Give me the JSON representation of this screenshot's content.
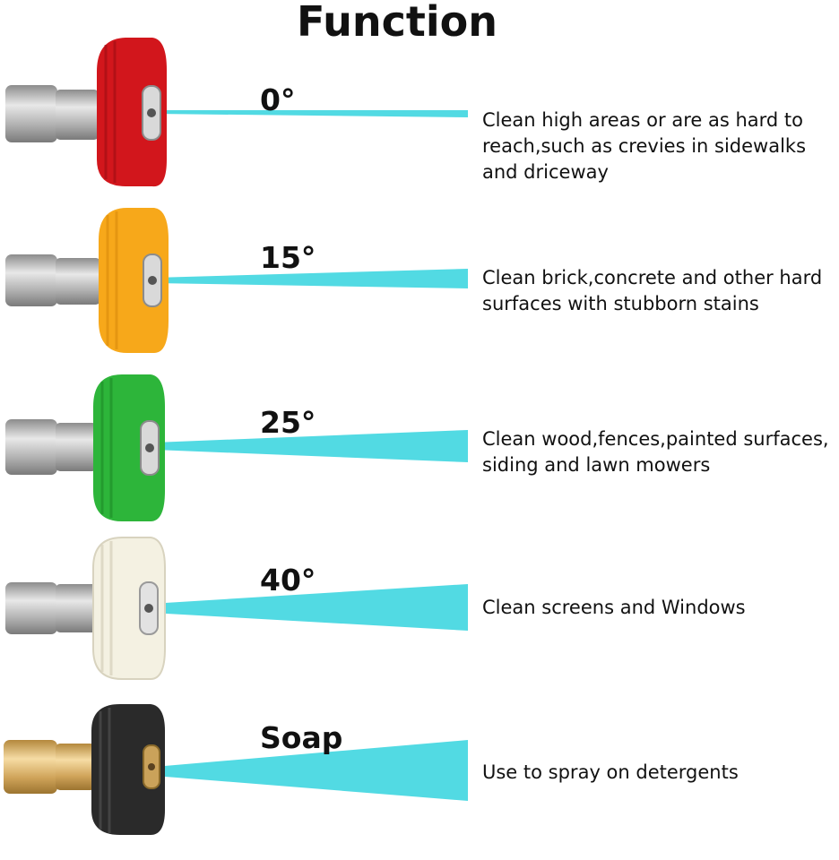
{
  "title": "Function",
  "nozzles": [
    {
      "angle_label": "0°",
      "description": "Clean high areas or are as hard to reach,such as crevies in sidewalks and driceway",
      "tip_color": "#d2161c",
      "tip_dark": "#9c0d12",
      "connector": "steel"
    },
    {
      "angle_label": "15°",
      "description": "Clean brick,concrete and other hard surfaces with stubborn stains",
      "tip_color": "#f7a81a",
      "tip_dark": "#d98a0b",
      "connector": "steel"
    },
    {
      "angle_label": "25°",
      "description": "Clean wood,fences,painted surfaces, siding and lawn mowers",
      "tip_color": "#2db53a",
      "tip_dark": "#1c8a27",
      "connector": "steel"
    },
    {
      "angle_label": "40°",
      "description": "Clean screens and Windows",
      "tip_color": "#f4f1e2",
      "tip_dark": "#d8d3bf",
      "connector": "steel"
    },
    {
      "angle_label": "Soap",
      "description": "Use to spray on detergents",
      "tip_color": "#2a2a2a",
      "tip_dark": "#111111",
      "connector": "brass"
    }
  ],
  "colors": {
    "spray": "#3fd6e0",
    "steel_light": "#e4e4e4",
    "steel_dark": "#8c8c8c",
    "brass_light": "#f3d59a",
    "brass_dark": "#b4883c"
  }
}
